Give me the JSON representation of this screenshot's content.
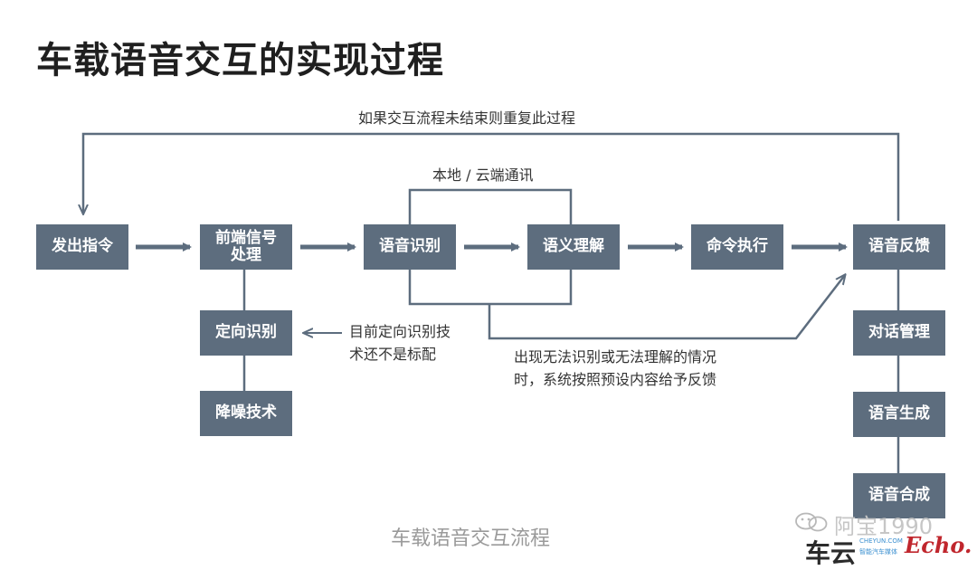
{
  "title": "车载语音交互的实现过程",
  "loop_label": "如果交互流程未结束则重复此过程",
  "cloud_label": "本地 / 云端通讯",
  "nodes": {
    "issue_command": "发出指令",
    "frontend_signal": "前端信号\n处理",
    "speech_recognition": "语音识别",
    "semantic_understanding": "语义理解",
    "command_execution": "命令执行",
    "voice_feedback": "语音反馈",
    "directional_recognition": "定向识别",
    "noise_reduction": "降噪技术",
    "dialog_management": "对话管理",
    "language_generation": "语言生成",
    "speech_synthesis": "语音合成"
  },
  "notes": {
    "directional_note": "目前定向识别技\n术还不是标配",
    "fallback_note": "出现无法识别或无法理解的情况\n时，系统按照预设内容给予反馈"
  },
  "caption": "车载语音交互流程",
  "watermark": {
    "account": "阿宝1990",
    "brand_cn": "车云",
    "brand_small": "CHEYUN.COM",
    "brand_sub": "智能汽车媒体",
    "echo": "Echo."
  },
  "colors": {
    "box_fill": "#5d6d7e",
    "line": "#5d6d7e",
    "text": "#333333"
  }
}
